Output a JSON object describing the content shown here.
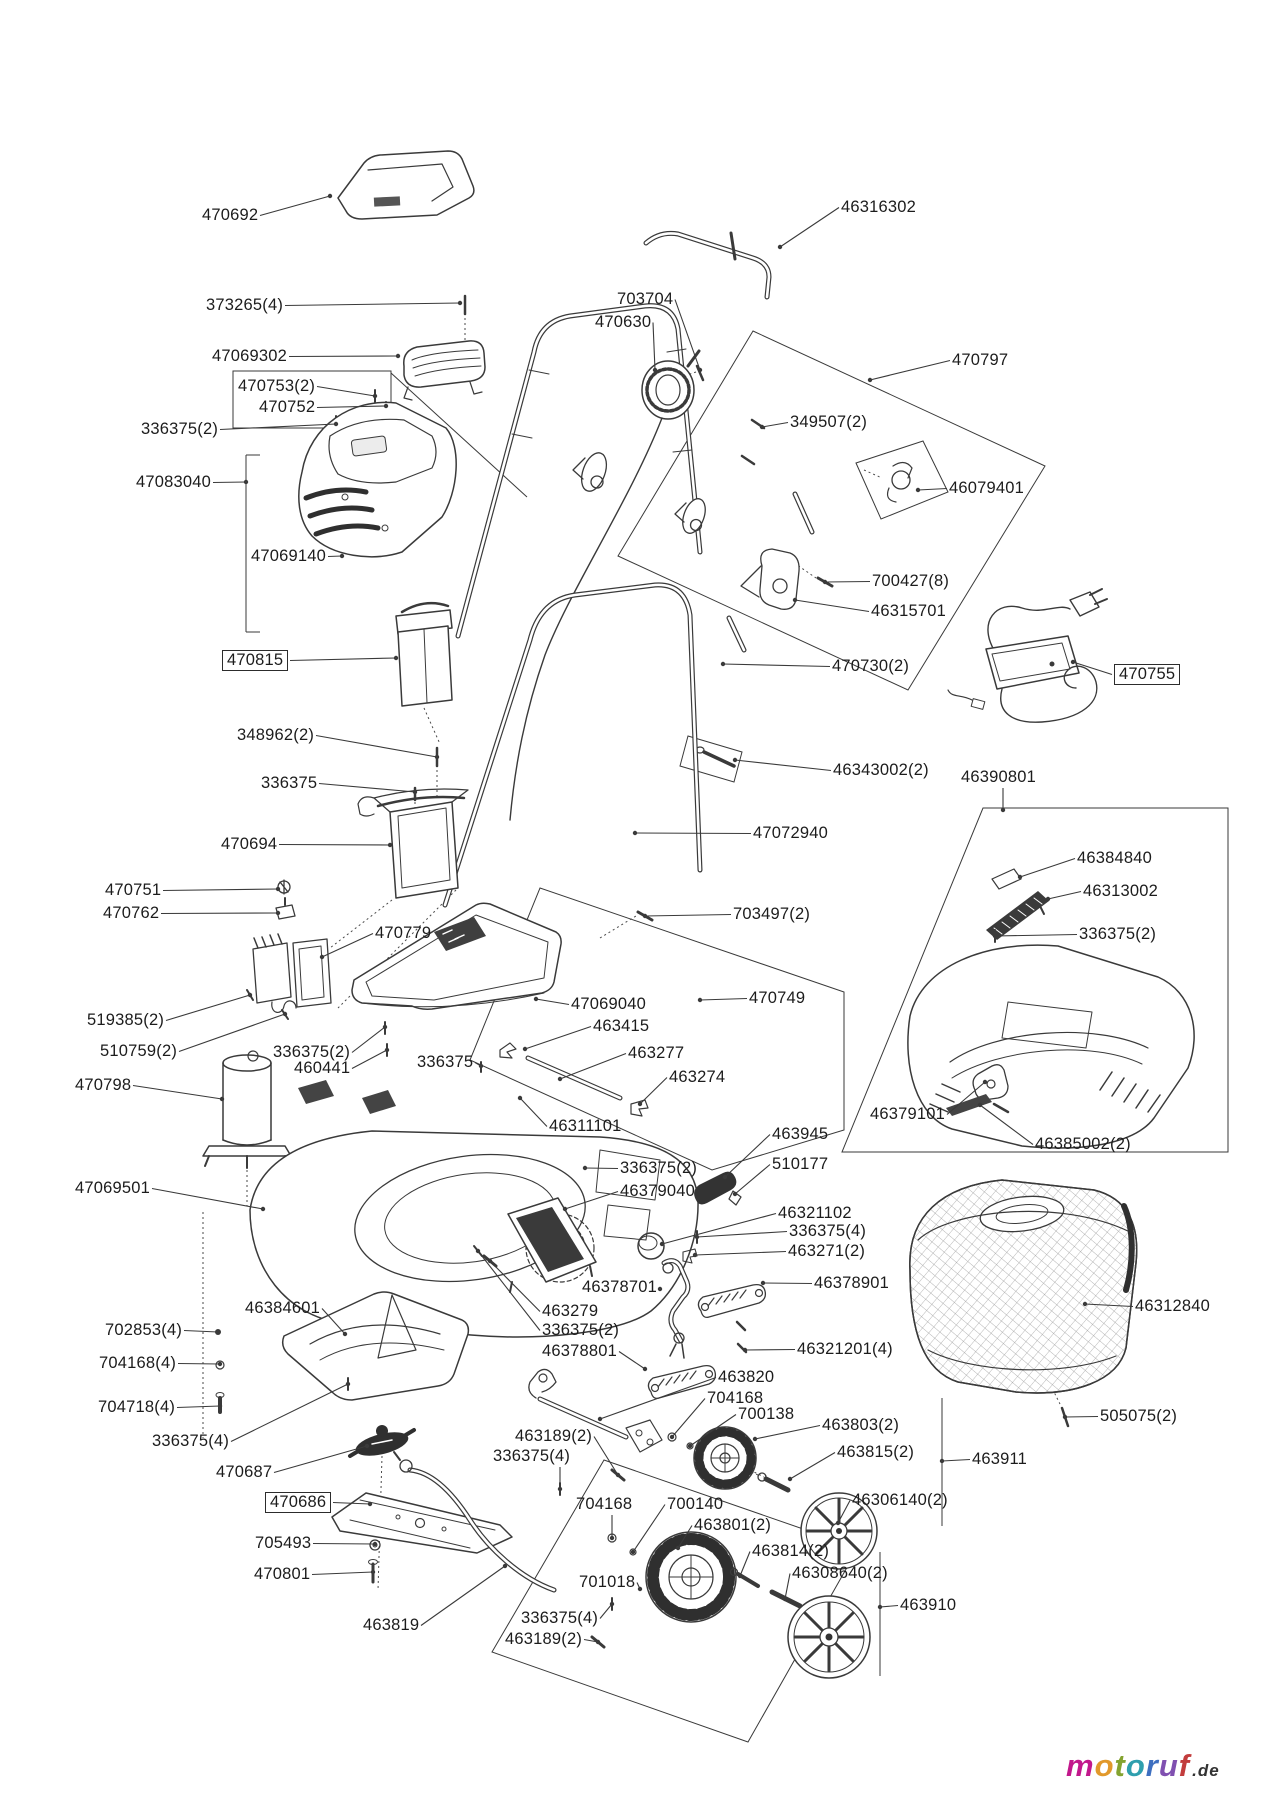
{
  "page": {
    "background": "#ffffff",
    "line_color": "#3a3a3a"
  },
  "logo": {
    "letters": [
      {
        "ch": "m",
        "color": "#c2188c"
      },
      {
        "ch": "o",
        "color": "#e2992b"
      },
      {
        "ch": "t",
        "color": "#84a32f"
      },
      {
        "ch": "o",
        "color": "#2f9fae"
      },
      {
        "ch": "r",
        "color": "#3e6fc0"
      },
      {
        "ch": "u",
        "color": "#8050b0"
      },
      {
        "ch": "f",
        "color": "#c23d3d"
      }
    ],
    "suffix": ".de",
    "suffix_color": "#333333"
  },
  "diagram": {
    "labels": [
      {
        "text": "470692",
        "boxed": false
      },
      {
        "text": "46316302",
        "boxed": false
      },
      {
        "text": "373265(4)",
        "boxed": false
      },
      {
        "text": "703704",
        "boxed": false
      },
      {
        "text": "470630",
        "boxed": false
      },
      {
        "text": "47069302",
        "boxed": false
      },
      {
        "text": "470753(2)",
        "boxed": false
      },
      {
        "text": "470752",
        "boxed": false
      },
      {
        "text": "336375(2)",
        "boxed": false
      },
      {
        "text": "349507(2)",
        "boxed": false
      },
      {
        "text": "470797",
        "boxed": false
      },
      {
        "text": "47083040",
        "boxed": false
      },
      {
        "text": "46079401",
        "boxed": false
      },
      {
        "text": "47069140",
        "boxed": false
      },
      {
        "text": "700427(8)",
        "boxed": false
      },
      {
        "text": "46315701",
        "boxed": false
      },
      {
        "text": "470815",
        "boxed": true
      },
      {
        "text": "470730(2)",
        "boxed": false
      },
      {
        "text": "470755",
        "boxed": true
      },
      {
        "text": "348962(2)",
        "boxed": false
      },
      {
        "text": "336375",
        "boxed": false
      },
      {
        "text": "46343002(2)",
        "boxed": false
      },
      {
        "text": "46390801",
        "boxed": false
      },
      {
        "text": "47072940",
        "boxed": false
      },
      {
        "text": "470694",
        "boxed": false
      },
      {
        "text": "46384840",
        "boxed": false
      },
      {
        "text": "470751",
        "boxed": false
      },
      {
        "text": "46313002",
        "boxed": false
      },
      {
        "text": "470762",
        "boxed": false
      },
      {
        "text": "703497(2)",
        "boxed": false
      },
      {
        "text": "336375(2)",
        "boxed": false
      },
      {
        "text": "470779",
        "boxed": false
      },
      {
        "text": "519385(2)",
        "boxed": false
      },
      {
        "text": "47069040",
        "boxed": false
      },
      {
        "text": "463415",
        "boxed": false
      },
      {
        "text": "470749",
        "boxed": false
      },
      {
        "text": "510759(2)",
        "boxed": false
      },
      {
        "text": "336375(2)",
        "boxed": false
      },
      {
        "text": "460441",
        "boxed": false
      },
      {
        "text": "336375",
        "boxed": false
      },
      {
        "text": "463277",
        "boxed": false
      },
      {
        "text": "463274",
        "boxed": false
      },
      {
        "text": "470798",
        "boxed": false
      },
      {
        "text": "46379101",
        "boxed": false
      },
      {
        "text": "46311101",
        "boxed": false
      },
      {
        "text": "46385002(2)",
        "boxed": false
      },
      {
        "text": "47069501",
        "boxed": false
      },
      {
        "text": "336375(2)",
        "boxed": false
      },
      {
        "text": "463945",
        "boxed": false
      },
      {
        "text": "510177",
        "boxed": false
      },
      {
        "text": "46379040",
        "boxed": false
      },
      {
        "text": "46321102",
        "boxed": false
      },
      {
        "text": "336375(4)",
        "boxed": false
      },
      {
        "text": "463271(2)",
        "boxed": false
      },
      {
        "text": "46378701",
        "boxed": false
      },
      {
        "text": "46378901",
        "boxed": false
      },
      {
        "text": "46312840",
        "boxed": false
      },
      {
        "text": "46384601",
        "boxed": false
      },
      {
        "text": "702853(4)",
        "boxed": false
      },
      {
        "text": "463279",
        "boxed": false
      },
      {
        "text": "336375(2)",
        "boxed": false
      },
      {
        "text": "704168(4)",
        "boxed": false
      },
      {
        "text": "46378801",
        "boxed": false
      },
      {
        "text": "46321201(4)",
        "boxed": false
      },
      {
        "text": "704718(4)",
        "boxed": false
      },
      {
        "text": "463820",
        "boxed": false
      },
      {
        "text": "704168",
        "boxed": false
      },
      {
        "text": "700138",
        "boxed": false
      },
      {
        "text": "463803(2)",
        "boxed": false
      },
      {
        "text": "336375(4)",
        "boxed": false
      },
      {
        "text": "463189(2)",
        "boxed": false
      },
      {
        "text": "463815(2)",
        "boxed": false
      },
      {
        "text": "336375(4)",
        "boxed": false
      },
      {
        "text": "505075(2)",
        "boxed": false
      },
      {
        "text": "470687",
        "boxed": false
      },
      {
        "text": "463911",
        "boxed": false
      },
      {
        "text": "470686",
        "boxed": true
      },
      {
        "text": "704168",
        "boxed": false
      },
      {
        "text": "700140",
        "boxed": false
      },
      {
        "text": "46306140(2)",
        "boxed": false
      },
      {
        "text": "705493",
        "boxed": false
      },
      {
        "text": "463801(2)",
        "boxed": false
      },
      {
        "text": "463814(2)",
        "boxed": false
      },
      {
        "text": "46308640(2)",
        "boxed": false
      },
      {
        "text": "701018",
        "boxed": false
      },
      {
        "text": "463910",
        "boxed": false
      },
      {
        "text": "463819",
        "boxed": false
      },
      {
        "text": "336375(4)",
        "boxed": false
      },
      {
        "text": "463189(2)",
        "boxed": false
      },
      {
        "text": "470801",
        "boxed": false
      }
    ]
  }
}
